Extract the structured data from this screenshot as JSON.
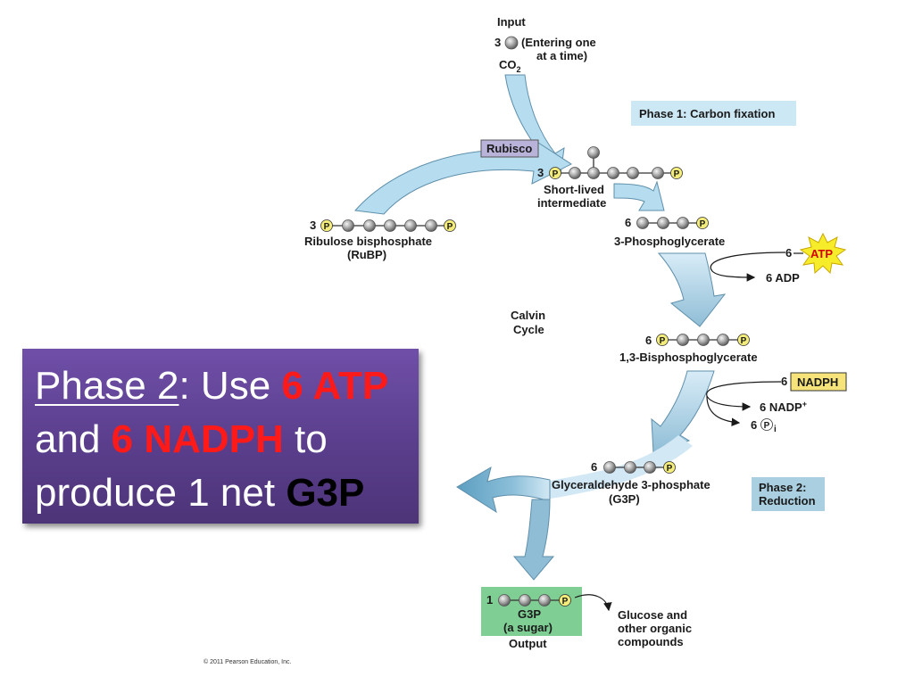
{
  "diagram": {
    "input": {
      "title": "Input",
      "count": "3",
      "note_line1": "(Entering one",
      "note_line2": "at a time)",
      "molecule": "CO",
      "molecule_sub": "2"
    },
    "phase1_label": "Phase 1: Carbon fixation",
    "rubisco": "Rubisco",
    "intermediate": {
      "count": "3",
      "line1": "Short-lived",
      "line2": "intermediate"
    },
    "rubp": {
      "count": "3",
      "line1": "Ribulose bisphosphate",
      "line2": "(RuBP)"
    },
    "pga": {
      "count": "6",
      "label": "3-Phosphoglycerate"
    },
    "atp_input": {
      "count": "6",
      "label": "ATP"
    },
    "adp_output": "6 ADP",
    "calvin": {
      "line1": "Calvin",
      "line2": "Cycle"
    },
    "bpg": {
      "count": "6",
      "label": "1,3-Bisphosphoglycerate"
    },
    "nadph_input": {
      "count": "6",
      "label": "NADPH"
    },
    "nadp_output": {
      "text": "6 NADP",
      "sup": "+"
    },
    "pi_output": {
      "count": "6",
      "symbol": "P",
      "sub": "i"
    },
    "g3p": {
      "count": "6",
      "line1": "Glyceraldehyde 3-phosphate",
      "line2": "(G3P)"
    },
    "phase2_label": {
      "line1": "Phase 2:",
      "line2": "Reduction"
    },
    "output": {
      "count": "1",
      "line1": "G3P",
      "line2": "(a sugar)",
      "title": "Output"
    },
    "glucose": {
      "line1": "Glucose and",
      "line2": "other organic",
      "line3": "compounds"
    },
    "phosphate_symbol": "P",
    "copyright": "© 2011 Pearson Education, Inc."
  },
  "callout": {
    "phase": "Phase 2",
    "colon_use": ": Use ",
    "atp": "6 ATP",
    "and": "and ",
    "nadph": "6 NADPH",
    "to": " to",
    "produce": "produce 1 net ",
    "g3p": "G3P"
  },
  "colors": {
    "arrow_fill": "#b5dcef",
    "arrow_stroke": "#5f8fab",
    "phase1_box": "#cde8f5",
    "phase2_box": "#a9cfe0",
    "rubisco_box": "#b9b2d9",
    "output_box": "#7fcf95",
    "carbon": "#9a9a9a",
    "phosphate": "#f3ec7a",
    "atp_burst": "#f6ec2a",
    "nadph_box": "#f6e47a",
    "callout_bg": "#5a3e8c",
    "callout_red": "#ff1a1a"
  }
}
